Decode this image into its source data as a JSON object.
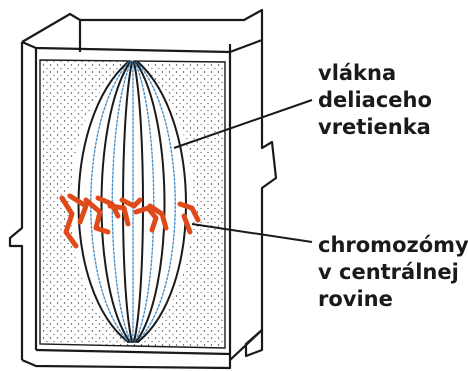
{
  "labels": {
    "spindle": [
      "vlákna",
      "deliaceho",
      "vretienka"
    ],
    "chromosomes": [
      "chromozómy",
      "v centrálnej",
      "rovine"
    ]
  },
  "colors": {
    "outline": "#1a1a1a",
    "cytoplasm": "#f3f1ec",
    "spindle_fiber_dark": "#1a1a1a",
    "spindle_fiber_blue": "#4a90c8",
    "chromosome": "#e04a1a"
  }
}
